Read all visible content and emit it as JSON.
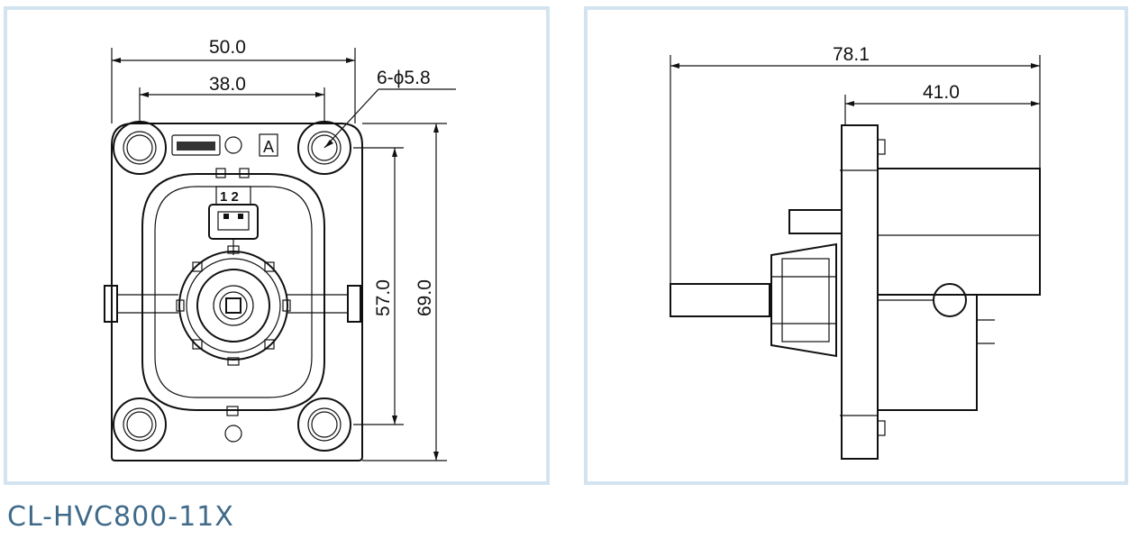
{
  "front_view": {
    "dims": {
      "overall_width": "50.0",
      "hole_spacing_h": "38.0",
      "hole_callout": "6-ϕ5.8",
      "hole_spacing_v": "57.0",
      "overall_height": "69.0"
    },
    "marking_letter": "A",
    "pin_labels": "1 2"
  },
  "side_view": {
    "dims": {
      "overall_length": "78.1",
      "rear_length": "41.0"
    }
  },
  "model_code": "CL-HVC800-11X"
}
